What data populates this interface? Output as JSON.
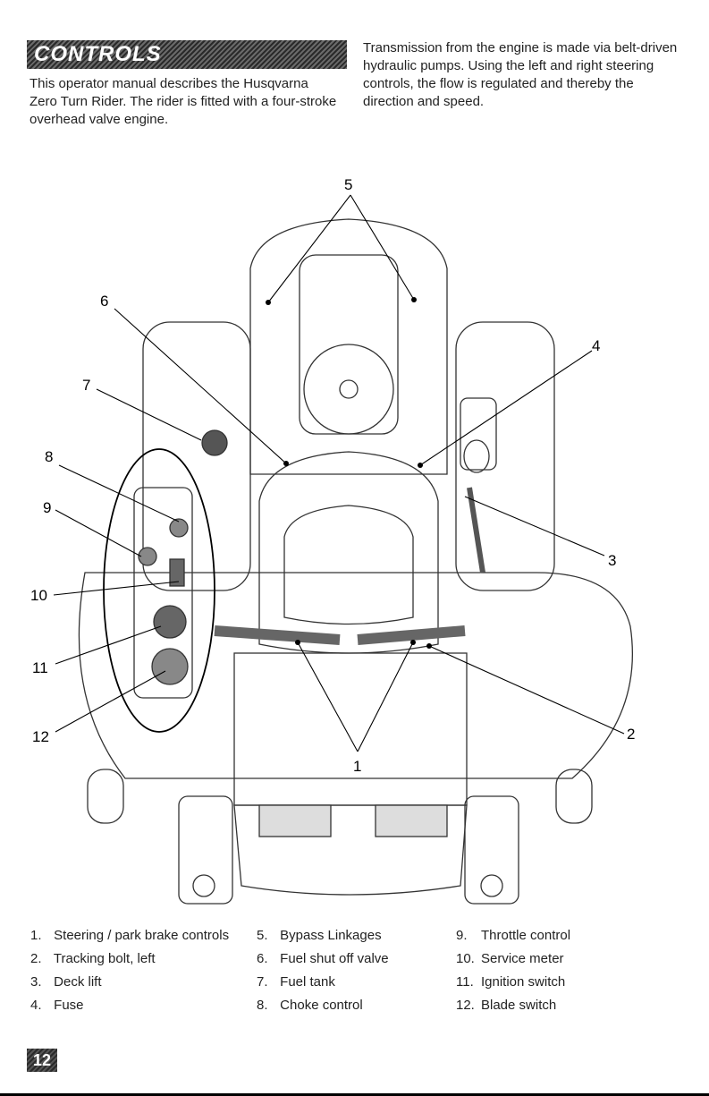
{
  "heading": "CONTROLS",
  "intro_left": "This operator manual describes the Husqvarna Zero Turn Rider. The rider is fitted with a four-stroke overhead valve engine.",
  "intro_right": "Transmission from the engine is made via belt-driven hydraulic pumps. Using the left and right steering controls, the flow is regulated and thereby the direction and speed.",
  "figure_callouts": [
    "1",
    "2",
    "3",
    "4",
    "5",
    "6",
    "7",
    "8",
    "9",
    "10",
    "11",
    "12"
  ],
  "legend": [
    {
      "num": "1.",
      "label": "Steering / park brake controls"
    },
    {
      "num": "2.",
      "label": "Tracking bolt, left"
    },
    {
      "num": "3.",
      "label": "Deck lift"
    },
    {
      "num": "4.",
      "label": "Fuse"
    },
    {
      "num": "5.",
      "label": "Bypass Linkages"
    },
    {
      "num": "6.",
      "label": "Fuel shut off valve"
    },
    {
      "num": "7.",
      "label": "Fuel tank"
    },
    {
      "num": "8.",
      "label": "Choke control"
    },
    {
      "num": "9.",
      "label": "Throttle control"
    },
    {
      "num": "10.",
      "label": "Service meter"
    },
    {
      "num": "11.",
      "label": "Ignition switch"
    },
    {
      "num": "12.",
      "label": "Blade switch"
    }
  ],
  "page_number": "12"
}
